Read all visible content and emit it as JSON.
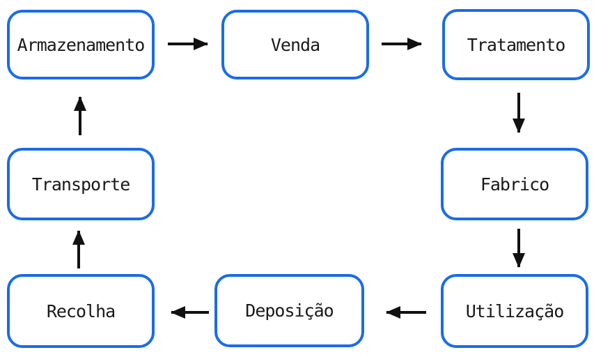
{
  "diagram": {
    "type": "cycle-flowchart",
    "nodes": [
      {
        "id": "armazenamento",
        "label": "Armazenamento"
      },
      {
        "id": "venda",
        "label": "Venda"
      },
      {
        "id": "tratamento",
        "label": "Tratamento"
      },
      {
        "id": "fabrico",
        "label": "Fabrico"
      },
      {
        "id": "utilizacao",
        "label": "Utilização"
      },
      {
        "id": "deposicao",
        "label": "Deposição"
      },
      {
        "id": "recolha",
        "label": "Recolha"
      },
      {
        "id": "transporte",
        "label": "Transporte"
      }
    ],
    "edges": [
      {
        "from": "Armazenamento",
        "to": "Venda"
      },
      {
        "from": "Venda",
        "to": "Tratamento"
      },
      {
        "from": "Tratamento",
        "to": "Fabrico"
      },
      {
        "from": "Fabrico",
        "to": "Utilização"
      },
      {
        "from": "Utilização",
        "to": "Deposição"
      },
      {
        "from": "Deposição",
        "to": "Recolha"
      },
      {
        "from": "Recolha",
        "to": "Transporte"
      },
      {
        "from": "Transporte",
        "to": "Armazenamento"
      }
    ],
    "colors": {
      "node_border": "#1b6ce6",
      "node_fill": "#ffffff",
      "arrow": "#111111",
      "text": "#1a1a1a"
    }
  }
}
